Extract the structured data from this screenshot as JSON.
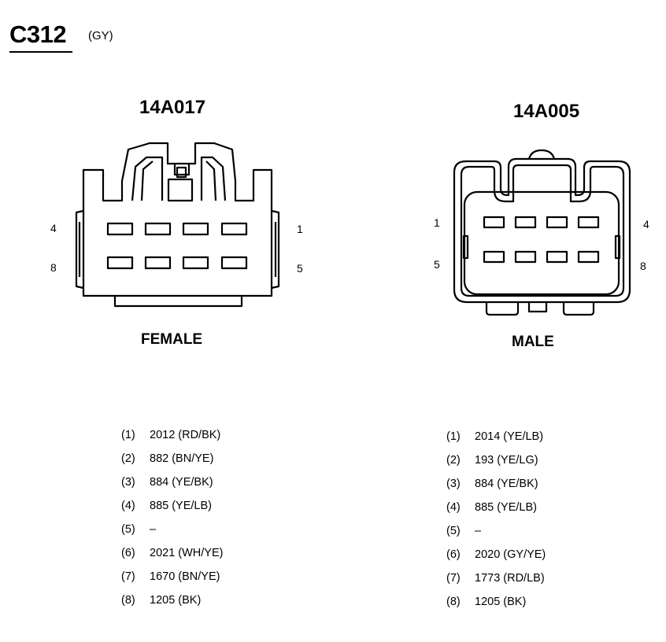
{
  "connector": {
    "id": "C312",
    "color_code": "(GY)"
  },
  "female": {
    "part_number": "14A017",
    "label": "FEMALE",
    "pin_labels": {
      "top_left": "4",
      "bottom_left": "8",
      "top_right": "1",
      "bottom_right": "5"
    },
    "pins": [
      {
        "num": "(1)",
        "circuit": "2012 (RD/BK)"
      },
      {
        "num": "(2)",
        "circuit": "882 (BN/YE)"
      },
      {
        "num": "(3)",
        "circuit": "884 (YE/BK)"
      },
      {
        "num": "(4)",
        "circuit": "885 (YE/LB)"
      },
      {
        "num": "(5)",
        "circuit": "–"
      },
      {
        "num": "(6)",
        "circuit": "2021 (WH/YE)"
      },
      {
        "num": "(7)",
        "circuit": "1670 (BN/YE)"
      },
      {
        "num": "(8)",
        "circuit": "1205 (BK)"
      }
    ]
  },
  "male": {
    "part_number": "14A005",
    "label": "MALE",
    "pin_labels": {
      "top_left": "1",
      "bottom_left": "5",
      "top_right": "4",
      "bottom_right": "8"
    },
    "pins": [
      {
        "num": "(1)",
        "circuit": "2014 (YE/LB)"
      },
      {
        "num": "(2)",
        "circuit": "193 (YE/LG)"
      },
      {
        "num": "(3)",
        "circuit": "884 (YE/BK)"
      },
      {
        "num": "(4)",
        "circuit": "885 (YE/LB)"
      },
      {
        "num": "(5)",
        "circuit": "–"
      },
      {
        "num": "(6)",
        "circuit": "2020 (GY/YE)"
      },
      {
        "num": "(7)",
        "circuit": "1773 (RD/LB)"
      },
      {
        "num": "(8)",
        "circuit": "1205 (BK)"
      }
    ]
  }
}
